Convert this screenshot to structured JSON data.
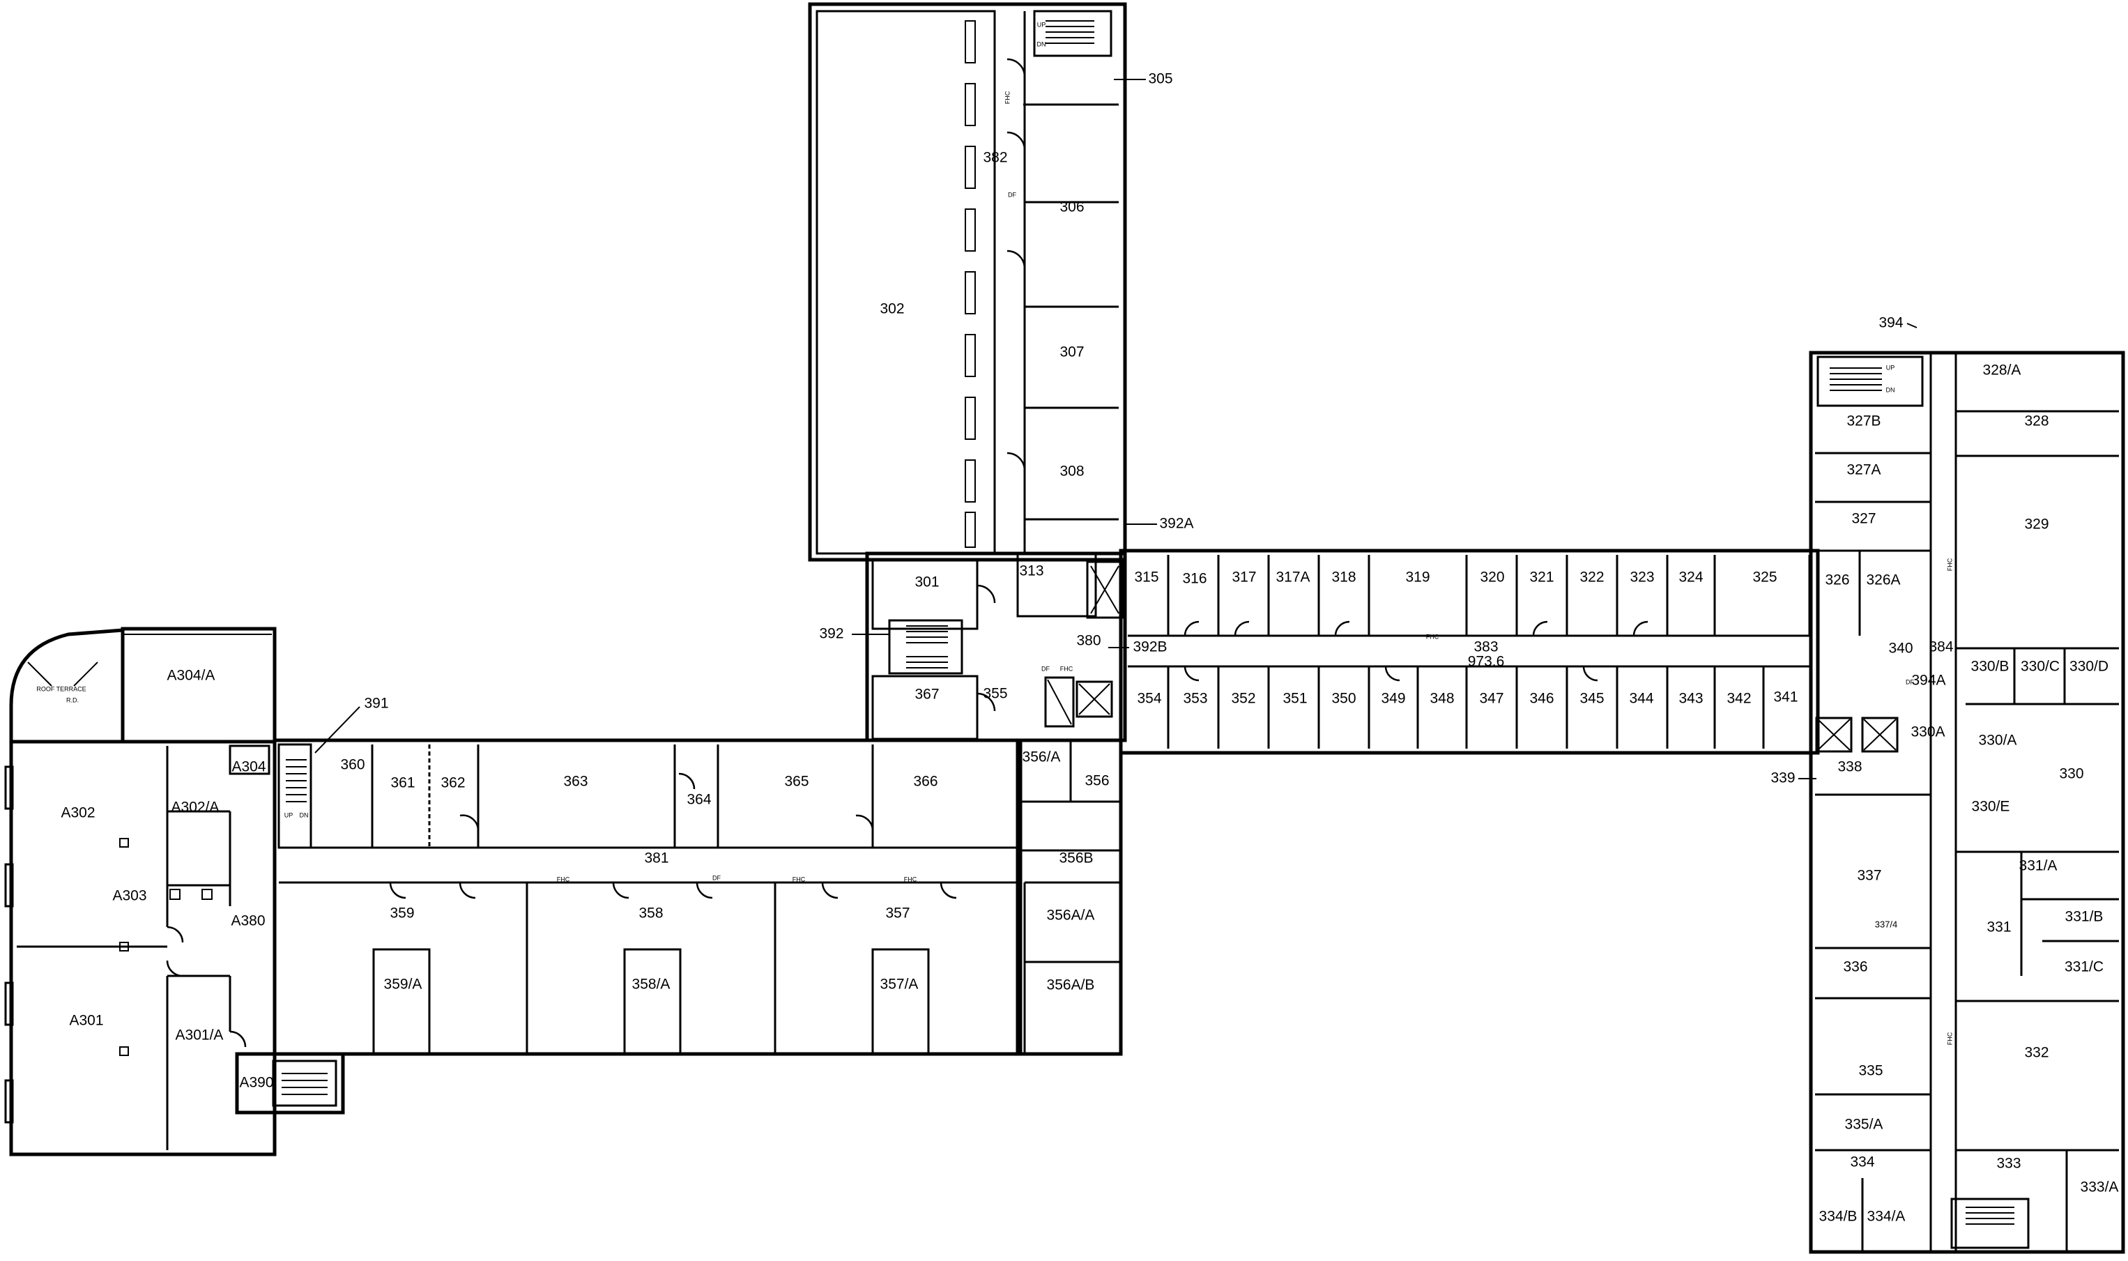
{
  "rooms": {
    "r302": "302",
    "r305": "305",
    "r382": "382",
    "r306": "306",
    "r307": "307",
    "r308": "308",
    "r392A": "392A",
    "r301": "301",
    "r313": "313",
    "r392": "392",
    "r380": "380",
    "r392B": "392B",
    "r367": "367",
    "r355": "355",
    "r356A": "356/A",
    "r356": "356",
    "r356B": "356B",
    "r356AA": "356A/A",
    "r356AB": "356A/B",
    "r315": "315",
    "r316": "316",
    "r317": "317",
    "r317A": "317A",
    "r318": "318",
    "r319": "319",
    "r320": "320",
    "r321": "321",
    "r322": "322",
    "r323": "323",
    "r324": "324",
    "r325": "325",
    "r326": "326",
    "r326A": "326A",
    "r383": "383",
    "r340": "340",
    "r384": "384",
    "r354": "354",
    "r353": "353",
    "r352": "352",
    "r351": "351",
    "r350": "350",
    "r349": "349",
    "r348": "348",
    "r347": "347",
    "r346": "346",
    "r345": "345",
    "r344": "344",
    "r343": "343",
    "r342": "342",
    "r341": "341",
    "r394": "394",
    "r328A": "328/A",
    "r328": "328",
    "r327B": "327B",
    "r327A": "327A",
    "r327": "327",
    "r329": "329",
    "r330B": "330/B",
    "r330C": "330/C",
    "r330D": "330/D",
    "r394A": "394A",
    "r330A": "330A",
    "r330_A": "330/A",
    "r330": "330",
    "r330E": "330/E",
    "r338": "338",
    "r339": "339",
    "r331A": "331/A",
    "r331": "331",
    "r331B": "331/B",
    "r331C": "331/C",
    "r337": "337",
    "r3374": "337/4",
    "r336": "336",
    "r332": "332",
    "r335": "335",
    "r335A": "335/A",
    "r334": "334",
    "r333": "333",
    "r333A": "333/A",
    "r334B": "334/B",
    "r334A": "334/A",
    "r391": "391",
    "r360": "360",
    "r361": "361",
    "r362": "362",
    "r363": "363",
    "r364": "364",
    "r365": "365",
    "r366": "366",
    "r381": "381",
    "r359": "359",
    "r358": "358",
    "r357": "357",
    "r359A": "359/A",
    "r358A": "358/A",
    "r357A": "357/A",
    "rA304A": "A304/A",
    "rA304": "A304",
    "rA302": "A302",
    "rA302A": "A302/A",
    "rA303": "A303",
    "rA380": "A380",
    "rA301": "A301",
    "rA301A": "A301/A",
    "rA390": "A390"
  },
  "annotations": {
    "elevation": "973.6",
    "roof_terrace": "ROOF TERRACE",
    "rd": "R.D.",
    "fhc": "FHC",
    "df": "DF",
    "up": "UP",
    "dn": "DN"
  }
}
